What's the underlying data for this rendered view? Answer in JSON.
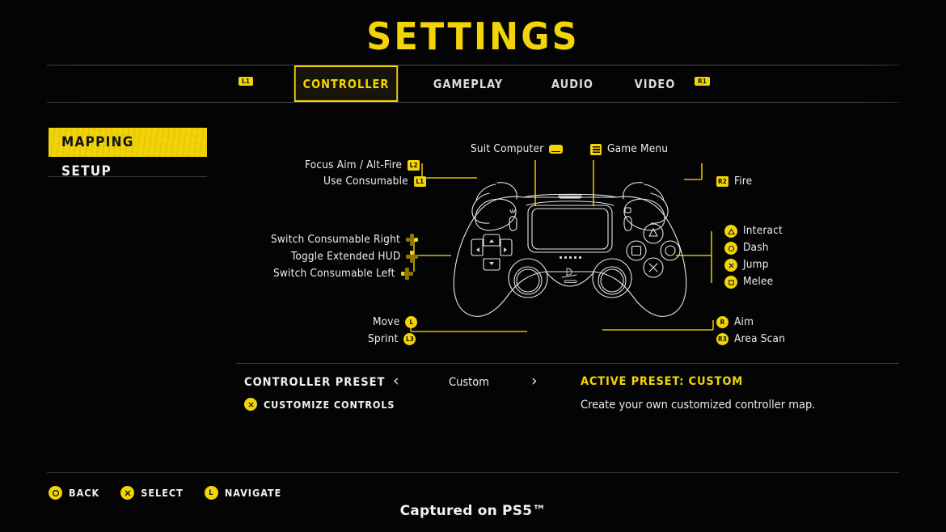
{
  "header": {
    "title": "SETTINGS"
  },
  "tabs": {
    "left_hint": "L1",
    "right_hint": "R1",
    "items": [
      {
        "label": "CONTROLLER",
        "active": true
      },
      {
        "label": "GAMEPLAY",
        "active": false
      },
      {
        "label": "AUDIO",
        "active": false
      },
      {
        "label": "VIDEO",
        "active": false
      }
    ]
  },
  "sidebar": {
    "items": [
      {
        "label": "MAPPING",
        "selected": true
      },
      {
        "label": "SETUP",
        "selected": false
      }
    ]
  },
  "mapping": {
    "top": [
      {
        "label": "Suit Computer",
        "icon": "touchpad-icon",
        "badge": ""
      },
      {
        "label": "Game Menu",
        "icon": "options-menu-icon",
        "badge": ""
      }
    ],
    "left": [
      {
        "label": "Focus Aim / Alt-Fire",
        "badge": "L2",
        "icon": "shoulder-l2-icon"
      },
      {
        "label": "Use Consumable",
        "badge": "L1",
        "icon": "shoulder-l1-icon"
      },
      {
        "label": "Switch Consumable Right",
        "badge": "",
        "icon": "dpad-right-icon"
      },
      {
        "label": "Toggle Extended HUD",
        "badge": "",
        "icon": "dpad-up-icon"
      },
      {
        "label": "Switch Consumable Left",
        "badge": "",
        "icon": "dpad-left-icon"
      },
      {
        "label": "Move",
        "badge": "L",
        "icon": "left-stick-icon"
      },
      {
        "label": "Sprint",
        "badge": "L3",
        "icon": "left-stick-click-icon"
      }
    ],
    "right": [
      {
        "label": "Fire",
        "badge": "R2",
        "icon": "shoulder-r2-icon"
      },
      {
        "label": "Interact",
        "badge": "",
        "icon": "triangle-button-icon"
      },
      {
        "label": "Dash",
        "badge": "",
        "icon": "circle-button-icon"
      },
      {
        "label": "Jump",
        "badge": "",
        "icon": "cross-button-icon"
      },
      {
        "label": "Melee",
        "badge": "",
        "icon": "square-button-icon"
      },
      {
        "label": "Aim",
        "badge": "R",
        "icon": "right-stick-icon"
      },
      {
        "label": "Area Scan",
        "badge": "R3",
        "icon": "right-stick-click-icon"
      }
    ]
  },
  "preset": {
    "label": "CONTROLLER PRESET",
    "value": "Custom",
    "prev_icon": "chevron-left-icon",
    "next_icon": "chevron-right-icon",
    "customize_label": "CUSTOMIZE CONTROLS",
    "customize_badge": "cross-button-icon",
    "active_text": "ACTIVE PRESET: CUSTOM",
    "description": "Create your own customized controller map."
  },
  "footer": {
    "hints": [
      {
        "label": "BACK",
        "icon": "circle-button-icon"
      },
      {
        "label": "SELECT",
        "icon": "cross-button-icon"
      },
      {
        "label": "NAVIGATE",
        "icon": "left-stick-icon"
      }
    ],
    "captured": "Captured on PS5™"
  },
  "colors": {
    "accent": "#F2D407",
    "background": "#040404",
    "text": "#EFEFEF",
    "line": "#FFFFFF"
  }
}
